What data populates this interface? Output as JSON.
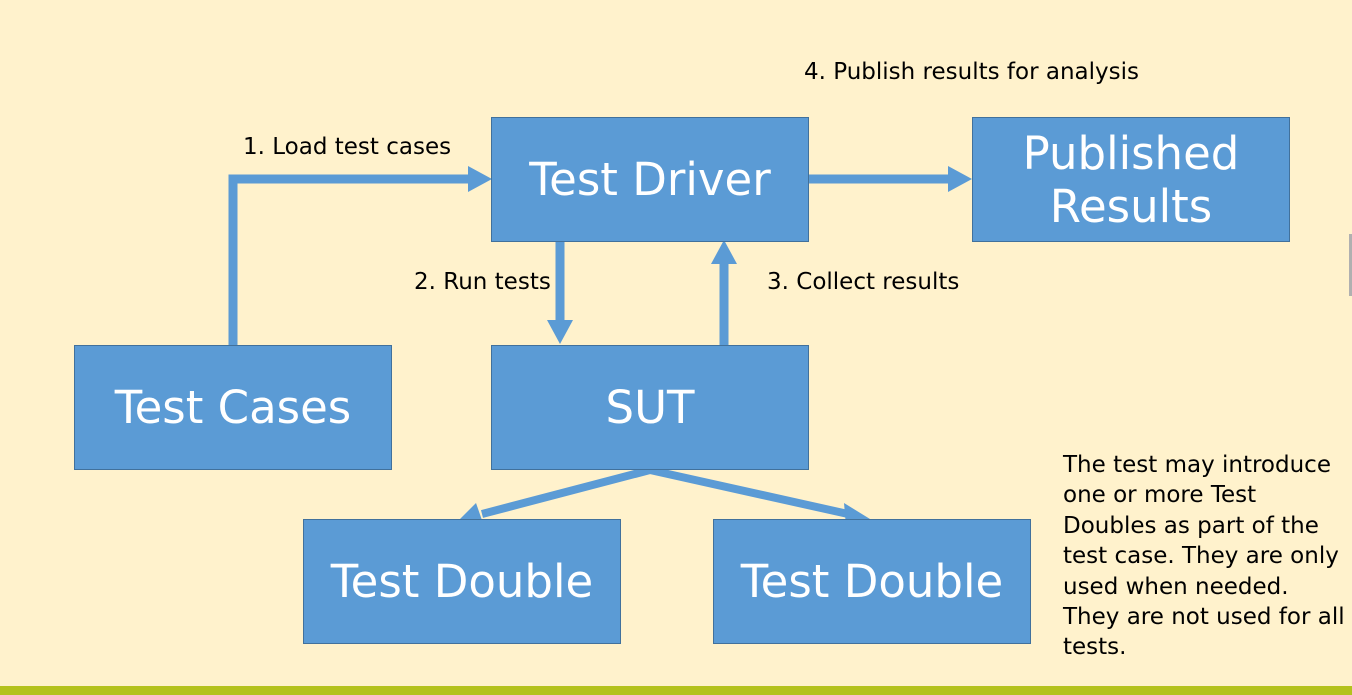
{
  "boxes": {
    "test_driver": "Test Driver",
    "published_results": "Published Results",
    "test_cases": "Test Cases",
    "sut": "SUT",
    "test_double_left": "Test Double",
    "test_double_right": "Test Double"
  },
  "labels": {
    "load": "1. Load test cases",
    "run": "2. Run tests",
    "collect": "3. Collect results",
    "publish": "4. Publish results for analysis"
  },
  "note": "The test may introduce one or more Test Doubles as part of the test case. They are only used when needed. They are not used for all tests.",
  "colors": {
    "background": "#fff2cc",
    "box_fill": "#5b9bd5",
    "arrow": "#5b9bd5",
    "footer_bar": "#b4c21c"
  }
}
